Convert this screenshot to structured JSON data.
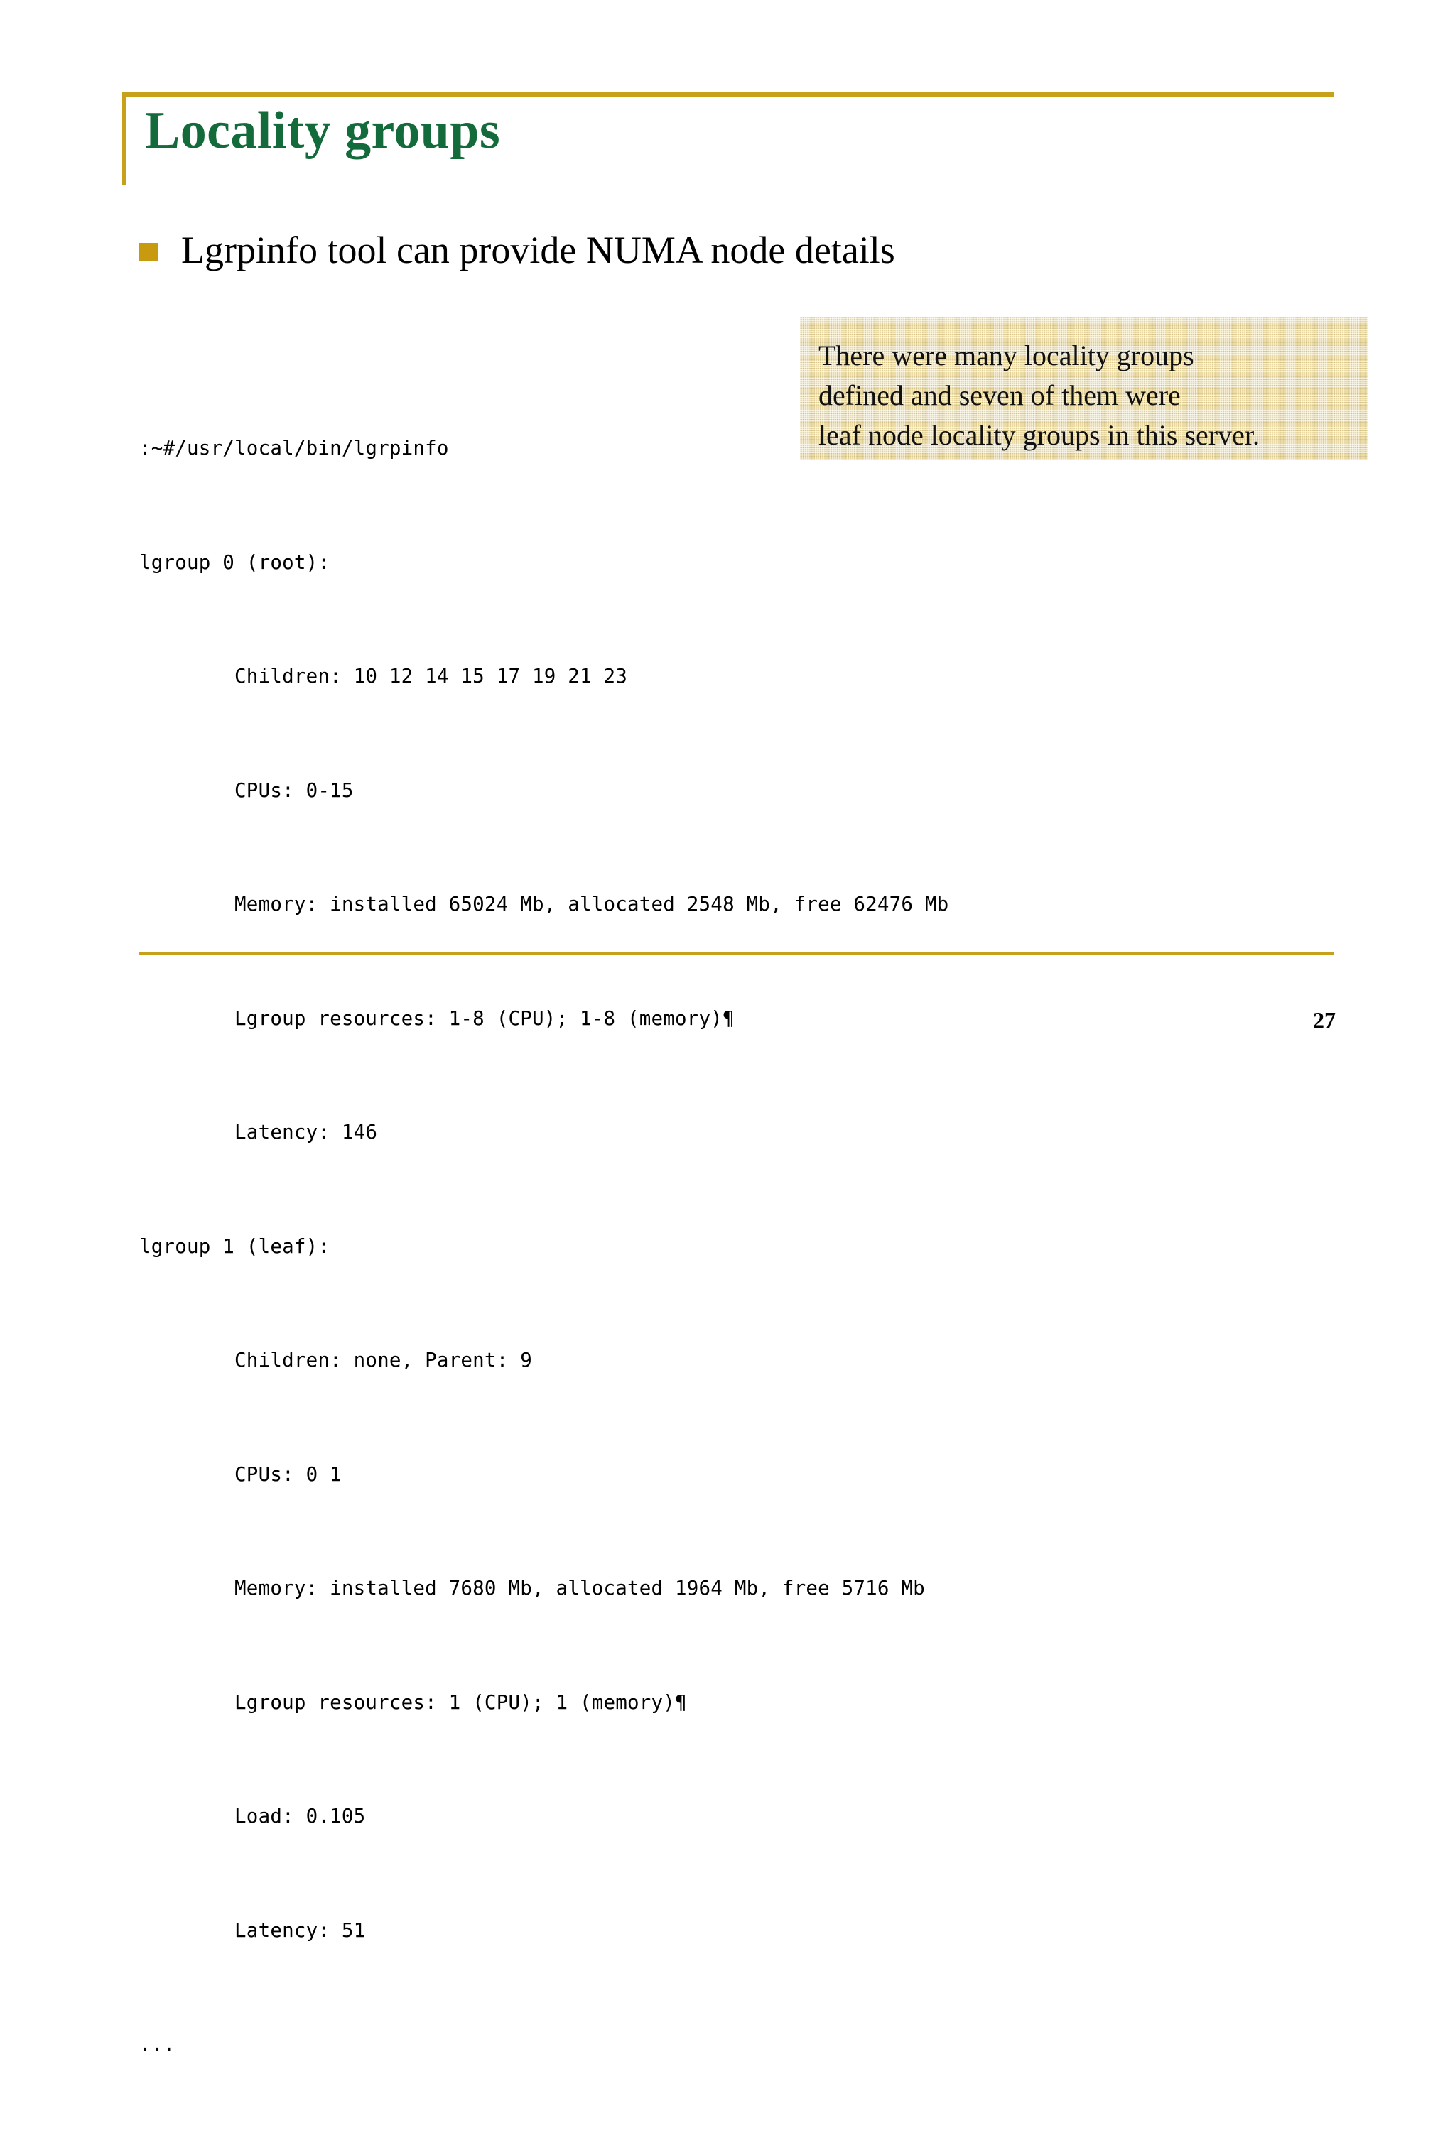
{
  "slide": {
    "title": "Locality groups",
    "page_number": "27",
    "accent_gold": "#C8A11A",
    "bullet_gold": "#C89A10",
    "title_green": "#136A3A",
    "callout_tan": "#EADBA7"
  },
  "bullet": {
    "marker": "gold-square-bullet",
    "text": "Lgrpinfo tool can provide NUMA node details"
  },
  "terminal": {
    "lines": [
      ":~#/usr/local/bin/lgrpinfo",
      "lgroup 0 (root):",
      "        Children: 10 12 14 15 17 19 21 23",
      "        CPUs: 0-15",
      "        Memory: installed 65024 Mb, allocated 2548 Mb, free 62476 Mb",
      "        Lgroup resources: 1-8 (CPU); 1-8 (memory)¶",
      "        Latency: 146",
      "lgroup 1 (leaf):",
      "        Children: none, Parent: 9",
      "        CPUs: 0 1",
      "        Memory: installed 7680 Mb, allocated 1964 Mb, free 5716 Mb",
      "        Lgroup resources: 1 (CPU); 1 (memory)¶",
      "        Load: 0.105",
      "        Latency: 51",
      "..."
    ]
  },
  "callout": {
    "lines": [
      "There were many locality groups",
      "defined and seven of them were",
      "leaf node locality groups in this server."
    ]
  }
}
